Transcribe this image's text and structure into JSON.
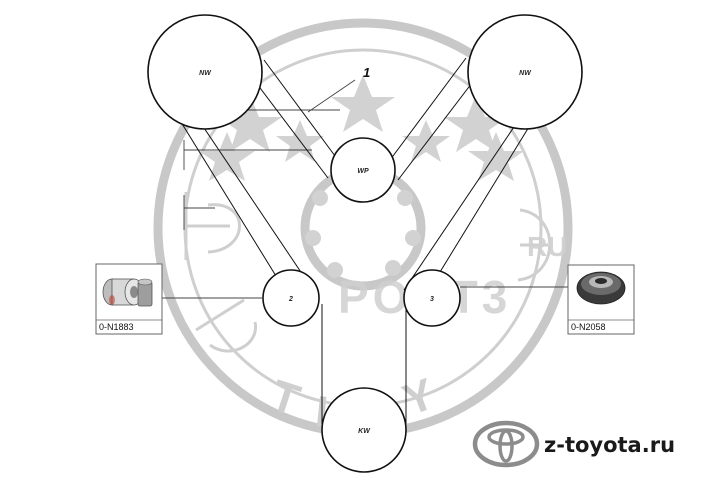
{
  "diagram": {
    "callout_number": "1",
    "pulleys": {
      "cam_left": "NW",
      "cam_right": "NW",
      "water_pump": "WP",
      "idler_left": "2",
      "idler_right": "3",
      "crankshaft": "KW"
    },
    "parts": {
      "left": {
        "code": "0-N1883"
      },
      "right": {
        "code": "0-N2058"
      }
    }
  },
  "watermark": {
    "letters": [
      "T",
      "I",
      "M",
      "Y"
    ],
    "registered_mark": "R",
    "overlay_top": "RU",
    "overlay_main": "PORT3"
  },
  "brand": {
    "site": "z-toyota.ru",
    "logo_icon": "toyota-emblem-icon"
  },
  "colors": {
    "line": "#111111",
    "watermark": "#c8c8c8"
  }
}
